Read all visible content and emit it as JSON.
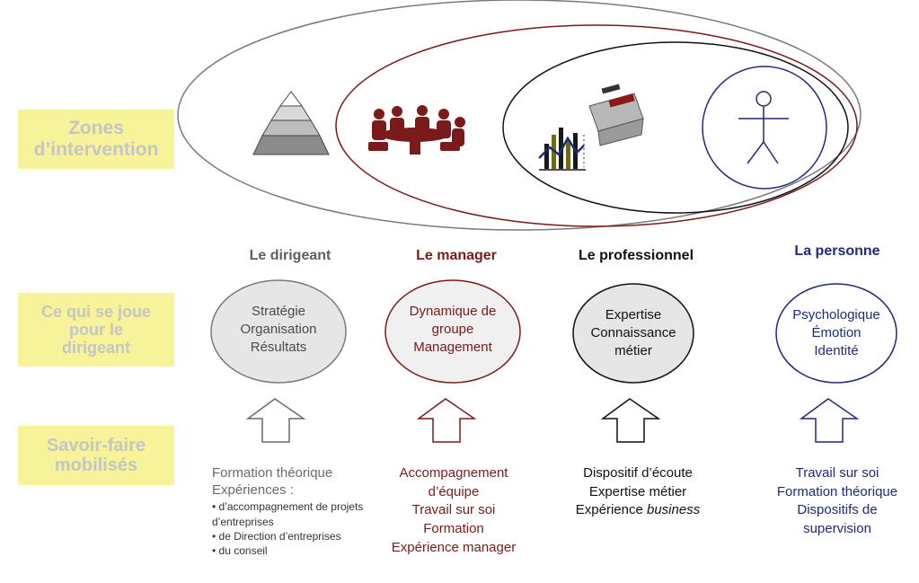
{
  "row_labels": {
    "zones": "Zones\nd’intervention",
    "enjeux": "Ce qui se joue\npour le\ndirigeant",
    "savoir": "Savoir-faire\nmobilisés"
  },
  "columns": [
    {
      "title": "Le dirigeant",
      "color": "#5f5f5f",
      "circle_lines": "Stratégie\nOrganisation\nRésultats",
      "skills_main": [
        "Formation théorique",
        "Expériences  :"
      ],
      "skills_bullets": [
        "• d’accompagnement de projets d’entreprises",
        "• de Direction d’entreprises",
        "• du conseil"
      ]
    },
    {
      "title": "Le manager",
      "color": "#7a1a1a",
      "circle_lines": "Dynamique de\ngroupe\nManagement",
      "skills_main": [
        "Accompagnement",
        "d’équipe",
        "Travail sur soi",
        "Formation",
        "Expérience manager"
      ]
    },
    {
      "title": "Le professionnel",
      "color": "#111111",
      "circle_lines": "Expertise\nConnaissance\nmétier",
      "skills_main": [
        "Dispositif d’écoute",
        "Expertise métier"
      ],
      "skills_last_prefix": "Expérience ",
      "skills_last_em": "business"
    },
    {
      "title": "La personne",
      "color": "#1f2a7a",
      "circle_lines": "Psychologique\nÉmotion\nIdentité",
      "skills_main": [
        "Travail sur soi",
        "Formation théorique",
        "Dispositifs de",
        "supervision"
      ]
    }
  ],
  "icons": [
    "pyramid-icon",
    "meeting-icon",
    "toolbox-icon",
    "chart-icon",
    "stick-figure-icon"
  ],
  "colors": {
    "label_bg": "#f7f39a",
    "label_text": "#c5c5c5",
    "grey_fill": "#e6e6e6",
    "manager_fill": "#f0f0f0"
  }
}
